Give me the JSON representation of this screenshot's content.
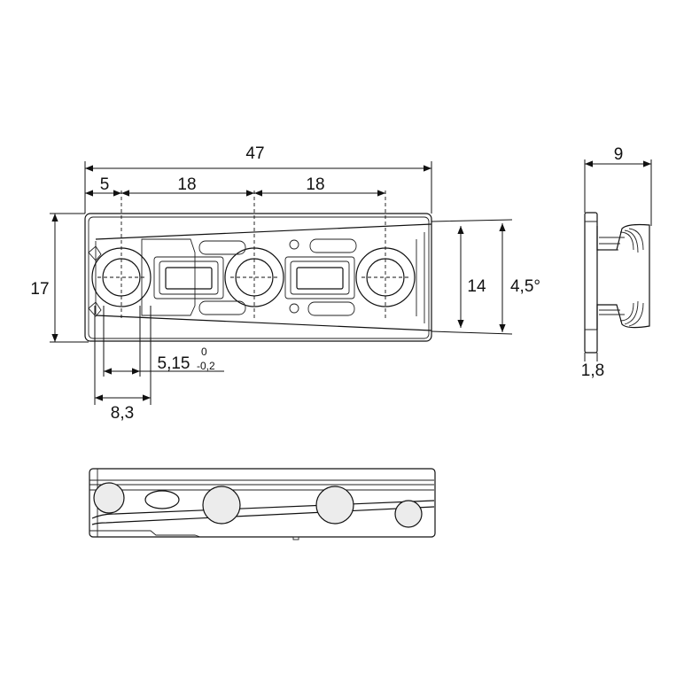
{
  "dimensions": {
    "overall_length": "47",
    "edge_to_first_hole": "5",
    "hole_spacing_1": "18",
    "hole_spacing_2": "18",
    "height": "17",
    "inner_height": "14",
    "taper_angle": "4,5°",
    "slot_offset": "5,15",
    "slot_offset_tol_upper": "0",
    "slot_offset_tol_lower": "-0,2",
    "slot_width": "8,3",
    "depth": "9",
    "flange_thickness": "1,8"
  }
}
